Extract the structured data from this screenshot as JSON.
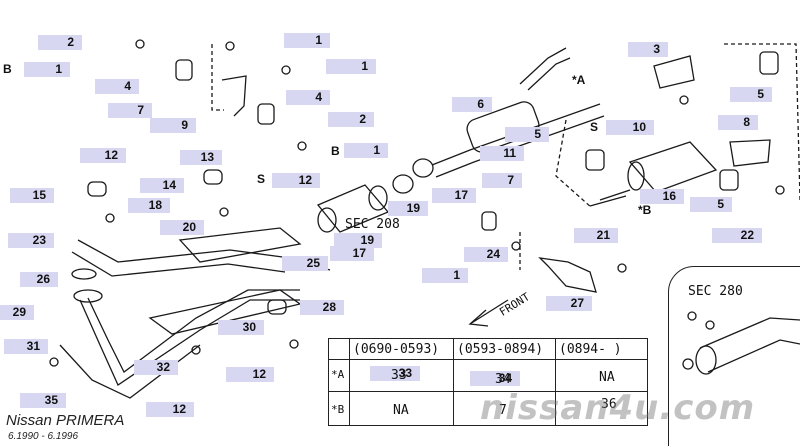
{
  "diagram": {
    "model_name": "Nissan PRIMERA",
    "model_years": "6.1990 - 6.1996",
    "section_refs": [
      "SEC 208",
      "SEC 280"
    ],
    "front_label": "FRONT",
    "watermark": "nissan4u.com",
    "callouts": [
      "2",
      "1",
      "1",
      "1",
      "4",
      "7",
      "9",
      "4",
      "2",
      "1",
      "6",
      "5",
      "11",
      "7",
      "17",
      "19",
      "3",
      "5",
      "10",
      "8",
      "16",
      "5",
      "22",
      "12",
      "13",
      "14",
      "15",
      "18",
      "20",
      "23",
      "26",
      "29",
      "31",
      "35",
      "32",
      "12",
      "12",
      "30",
      "28",
      "25",
      "19",
      "17",
      "12",
      "24",
      "21",
      "27",
      "1",
      "33",
      "34"
    ],
    "inline_labels": [
      "S",
      "B",
      "B",
      "S",
      "*A",
      "*B"
    ],
    "table": {
      "headers": [
        "(0690-0593)",
        "(0593-0894)",
        "(0894-     )"
      ],
      "rows": [
        {
          "key": "*A",
          "cells": [
            "33",
            "34",
            "NA"
          ]
        },
        {
          "key": "*B",
          "cells": [
            "NA",
            "7",
            "36"
          ]
        }
      ]
    }
  }
}
